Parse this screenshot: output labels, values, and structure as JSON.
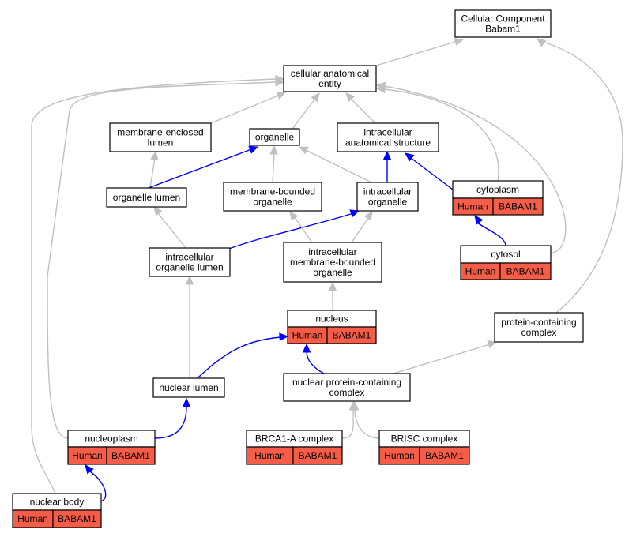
{
  "colors": {
    "node_fill": "#ffffff",
    "tag_fill": "#f65d48",
    "edge_is_a": "#c0c0c0",
    "edge_part_of": "#0000ff"
  },
  "nodes": {
    "cc": {
      "lines": [
        "Cellular Component",
        "Babam1"
      ]
    },
    "cae": {
      "lines": [
        "cellular anatomical",
        "entity"
      ]
    },
    "mel": {
      "lines": [
        "membrane-enclosed",
        "lumen"
      ]
    },
    "org": {
      "lines": [
        "organelle"
      ]
    },
    "ias": {
      "lines": [
        "intracellular",
        "anatomical structure"
      ]
    },
    "ol": {
      "lines": [
        "organelle lumen"
      ]
    },
    "mbo": {
      "lines": [
        "membrane-bounded",
        "organelle"
      ]
    },
    "io": {
      "lines": [
        "intracellular",
        "organelle"
      ]
    },
    "cyto": {
      "lines": [
        "cytoplasm"
      ],
      "tags": [
        "Human",
        "BABAM1"
      ]
    },
    "iol": {
      "lines": [
        "intracellular",
        "organelle lumen"
      ]
    },
    "imbo": {
      "lines": [
        "intracellular",
        "membrane-bounded",
        "organelle"
      ]
    },
    "cytosol": {
      "lines": [
        "cytosol"
      ],
      "tags": [
        "Human",
        "BABAM1"
      ]
    },
    "nucleus": {
      "lines": [
        "nucleus"
      ],
      "tags": [
        "Human",
        "BABAM1"
      ]
    },
    "pcc": {
      "lines": [
        "protein-containing",
        "complex"
      ]
    },
    "nl": {
      "lines": [
        "nuclear lumen"
      ]
    },
    "npcc": {
      "lines": [
        "nuclear protein-containing",
        "complex"
      ]
    },
    "np": {
      "lines": [
        "nucleoplasm"
      ],
      "tags": [
        "Human",
        "BABAM1"
      ]
    },
    "brca1": {
      "lines": [
        "BRCA1-A complex"
      ],
      "tags": [
        "Human",
        "BABAM1"
      ]
    },
    "brisc": {
      "lines": [
        "BRISC complex"
      ],
      "tags": [
        "Human",
        "BABAM1"
      ]
    },
    "nb": {
      "lines": [
        "nuclear body"
      ],
      "tags": [
        "Human",
        "BABAM1"
      ]
    }
  }
}
